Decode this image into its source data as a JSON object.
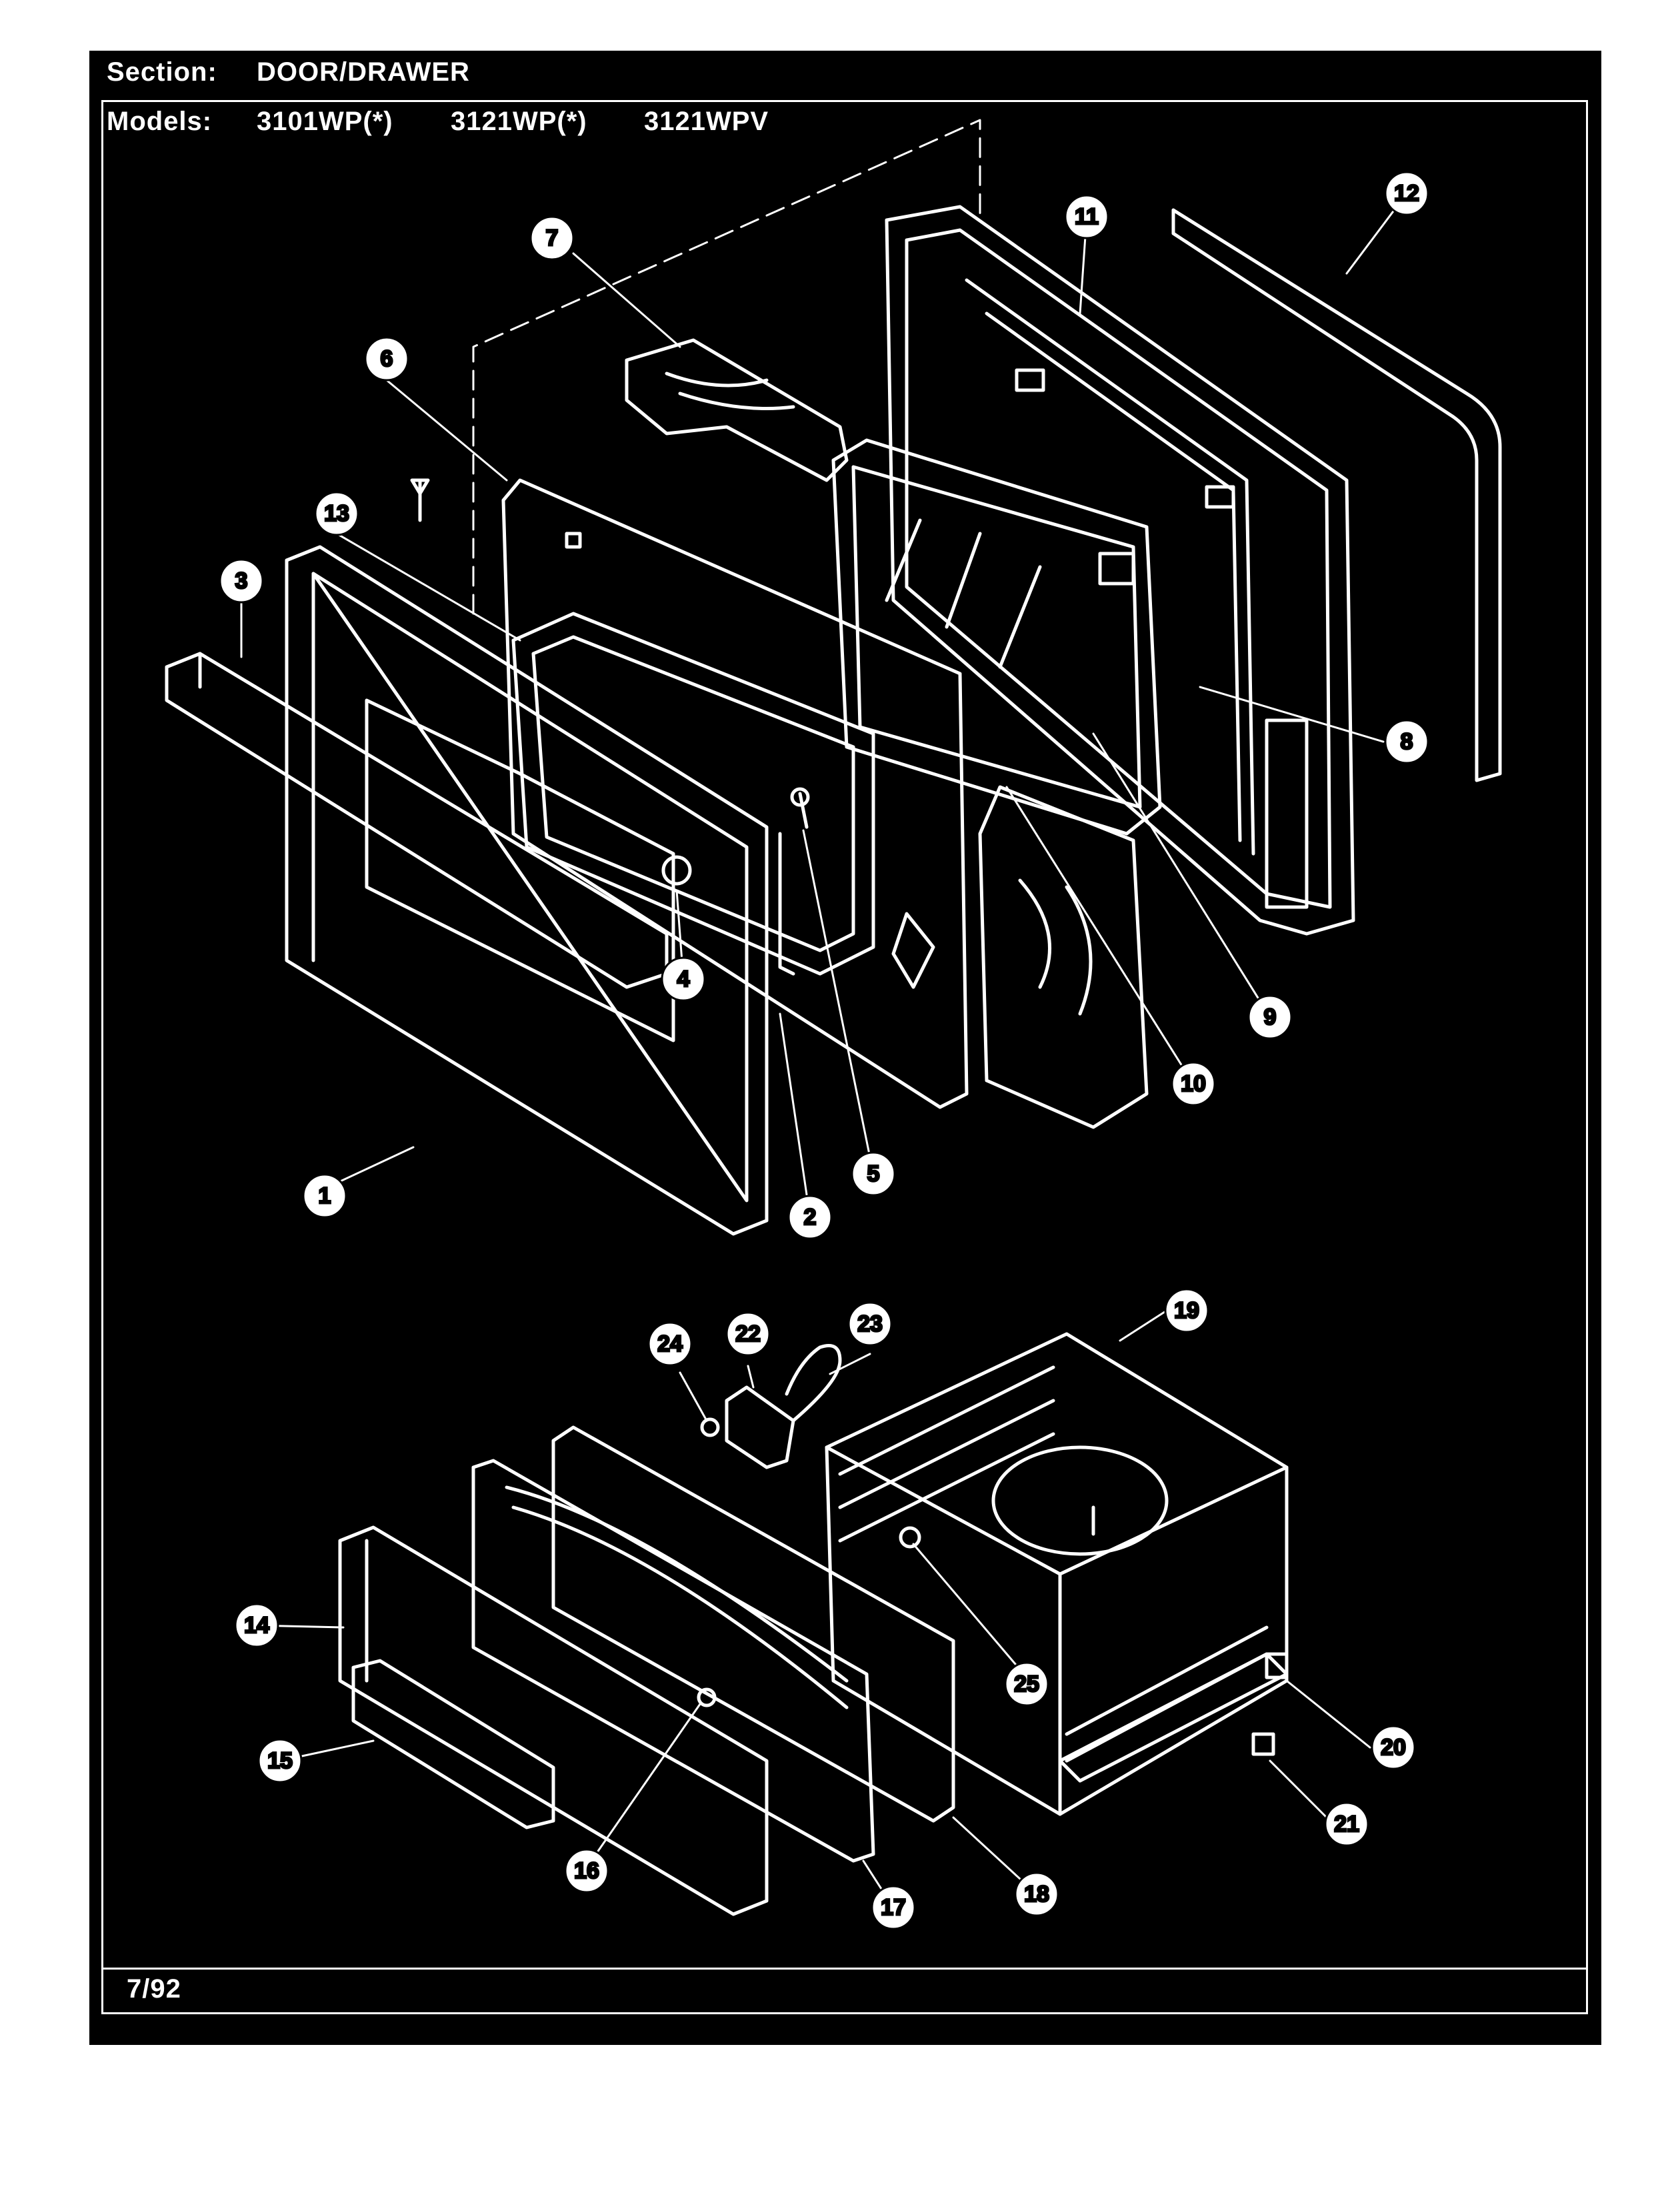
{
  "header": {
    "section_label": "Section:",
    "section_value": "DOOR/DRAWER",
    "models_label": "Models:",
    "models": [
      "3101WP(*)",
      "3121WP(*)",
      "3121WPV"
    ]
  },
  "footer": {
    "date": "7/92"
  },
  "colors": {
    "background": "#000000",
    "linework": "#ffffff",
    "callout_fill": "#ffffff",
    "callout_text": "#000000",
    "page": "#ffffff"
  },
  "callouts": [
    {
      "id": "1",
      "label": "1"
    },
    {
      "id": "2",
      "label": "2"
    },
    {
      "id": "3",
      "label": "3"
    },
    {
      "id": "4",
      "label": "4"
    },
    {
      "id": "5",
      "label": "5"
    },
    {
      "id": "6",
      "label": "6"
    },
    {
      "id": "7",
      "label": "7"
    },
    {
      "id": "8",
      "label": "8"
    },
    {
      "id": "9",
      "label": "9"
    },
    {
      "id": "10",
      "label": "10"
    },
    {
      "id": "11",
      "label": "11"
    },
    {
      "id": "12",
      "label": "12"
    },
    {
      "id": "13",
      "label": "13"
    },
    {
      "id": "14",
      "label": "14"
    },
    {
      "id": "15",
      "label": "15"
    },
    {
      "id": "16",
      "label": "16"
    },
    {
      "id": "17",
      "label": "17"
    },
    {
      "id": "18",
      "label": "18"
    },
    {
      "id": "19",
      "label": "19"
    },
    {
      "id": "20",
      "label": "20"
    },
    {
      "id": "21",
      "label": "21"
    },
    {
      "id": "22",
      "label": "22"
    },
    {
      "id": "23",
      "label": "23"
    },
    {
      "id": "24",
      "label": "24"
    },
    {
      "id": "25",
      "label": "25"
    }
  ]
}
